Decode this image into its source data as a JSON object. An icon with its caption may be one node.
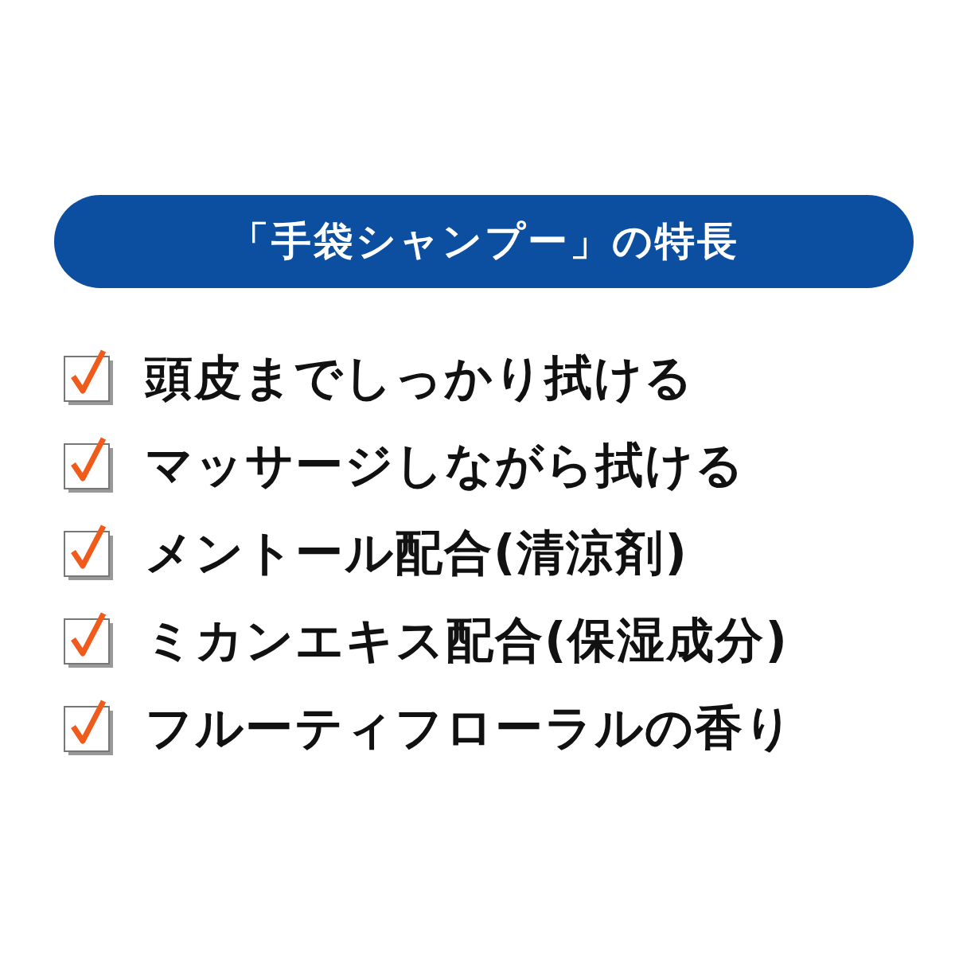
{
  "diagram": {
    "nodes": [
      {
        "text": [
          "「手袋シャンプー」の特長"
        ]
      }
    ],
    "labels": [
      "頭皮までしっかり拭ける",
      "マッサージしながら拭ける",
      "メントール配合(清涼剤)",
      "ミカンエキス配合(保湿成分)",
      "フルーティフローラルの香り"
    ]
  }
}
